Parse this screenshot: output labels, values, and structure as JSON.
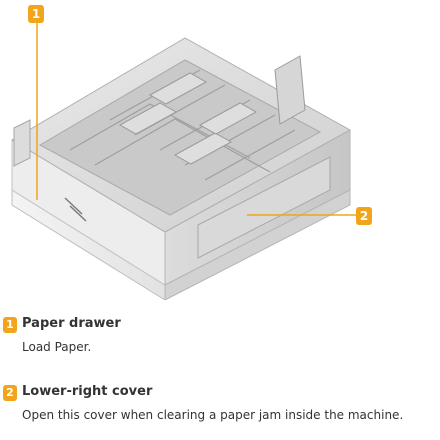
{
  "callouts": [
    {
      "number": "1",
      "title": "Paper drawer",
      "description": "Load Paper."
    },
    {
      "number": "2",
      "title": "Lower-right cover",
      "description": "Open this cover when clearing a paper jam inside the machine."
    }
  ],
  "colors": {
    "accent": "#f2a51a",
    "leader_line": "#f2a51a",
    "text": "#333333"
  }
}
